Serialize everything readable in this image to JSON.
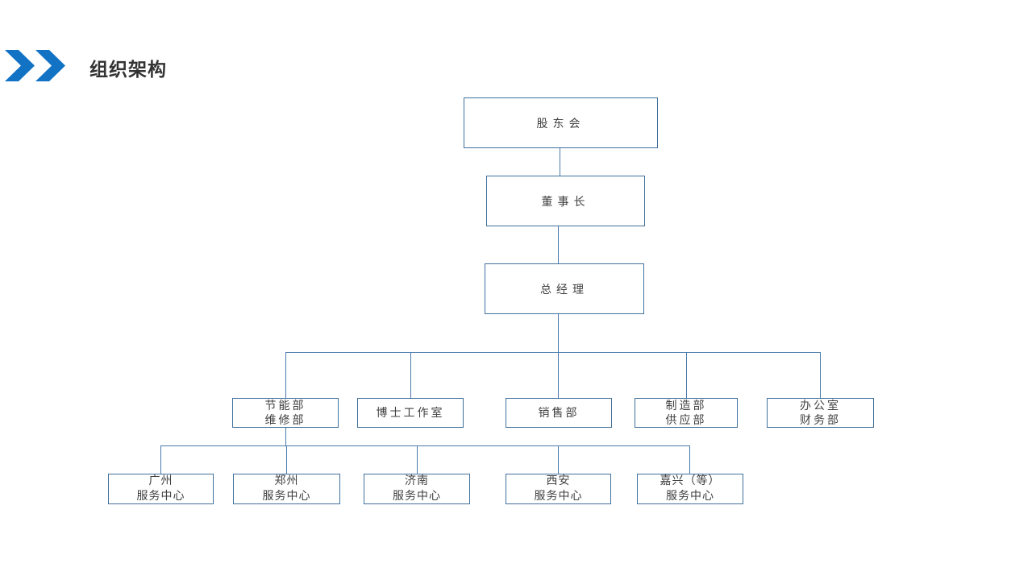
{
  "slide": {
    "title": "组织架构",
    "colors": {
      "accent_blue": "#1272C4",
      "box_border": "#41719C",
      "connector": "#4B7AAB",
      "text": "#404040",
      "background": "#FFFFFF"
    },
    "header_icon": "double-chevron-right-icon"
  },
  "org_chart": {
    "shareholders": {
      "label": "股东会"
    },
    "chairman": {
      "label": "董事长"
    },
    "general_manager": {
      "label": "总经理"
    },
    "departments": [
      {
        "line1": "节能部",
        "line2": "维修部"
      },
      {
        "line1": "博士工作室",
        "line2": ""
      },
      {
        "line1": "销售部",
        "line2": ""
      },
      {
        "line1": "制造部",
        "line2": "供应部"
      },
      {
        "line1": "办公室",
        "line2": "财务部"
      }
    ],
    "service_centers": [
      {
        "line1": "广州",
        "line2": "服务中心"
      },
      {
        "line1": "郑州",
        "line2": "服务中心"
      },
      {
        "line1": "济南",
        "line2": "服务中心"
      },
      {
        "line1": "西安",
        "line2": "服务中心"
      },
      {
        "line1": "嘉兴（等）",
        "line2": "服务中心"
      }
    ]
  }
}
